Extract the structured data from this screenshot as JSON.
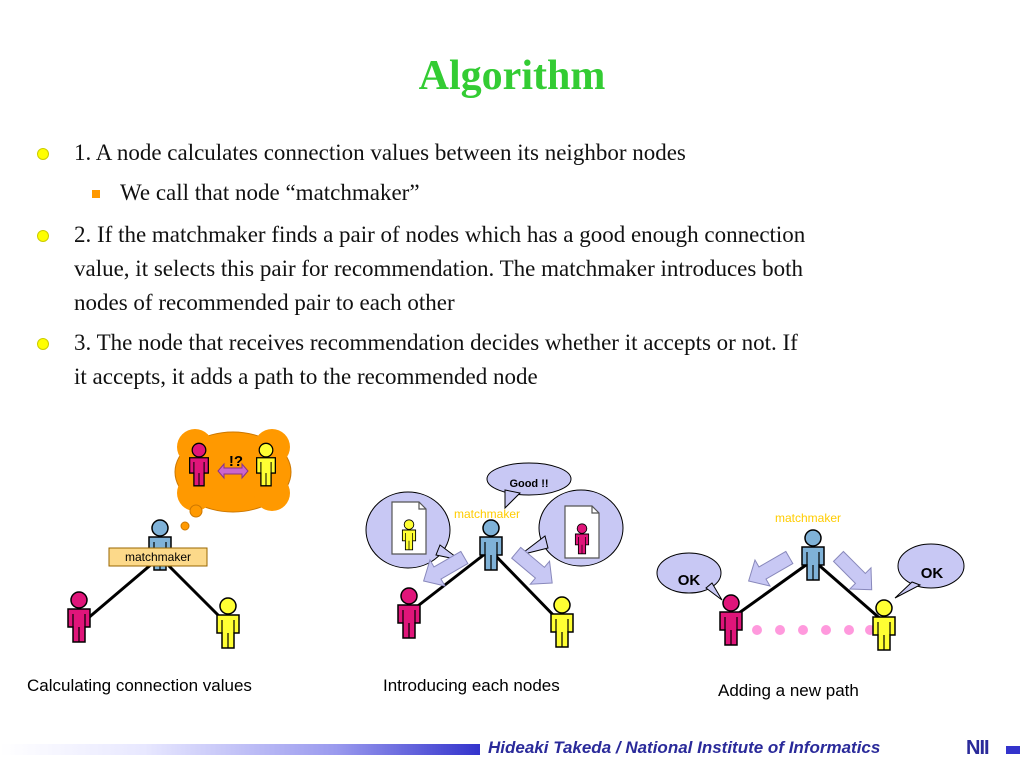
{
  "title": "Algorithm",
  "bullets": [
    {
      "lines": [
        "1. A node calculates connection values between its neighbor nodes"
      ],
      "sub": "We call that node “matchmaker”"
    },
    {
      "lines": [
        "2. If the matchmaker finds a pair of nodes which has a good enough connection",
        "value, it selects this pair for recommendation. The matchmaker introduces both",
        "nodes of recommended pair to each other"
      ]
    },
    {
      "lines": [
        "3. The node that receives recommendation decides whether it accepts or not. If",
        "it accepts, it adds a path to the recommended node"
      ]
    }
  ],
  "figure": {
    "panel1": {
      "caption": "Calculating connection values",
      "label": "matchmaker",
      "thought": "!?"
    },
    "panel2": {
      "caption": "Introducing each nodes",
      "label": "matchmaker",
      "bubble": "Good !!"
    },
    "panel3": {
      "caption": "Adding a new path",
      "label": "matchmaker",
      "ok_left": "OK",
      "ok_right": "OK"
    }
  },
  "colors": {
    "title": "#33cc33",
    "magenta": "#e0157a",
    "yellow": "#ffff33",
    "blue": "#7fb2d8",
    "orange": "#ff9900",
    "bubble": "#c8c8f4"
  },
  "footer": {
    "text": "Hideaki Takeda / National Institute of Informatics",
    "logo": "NII"
  }
}
